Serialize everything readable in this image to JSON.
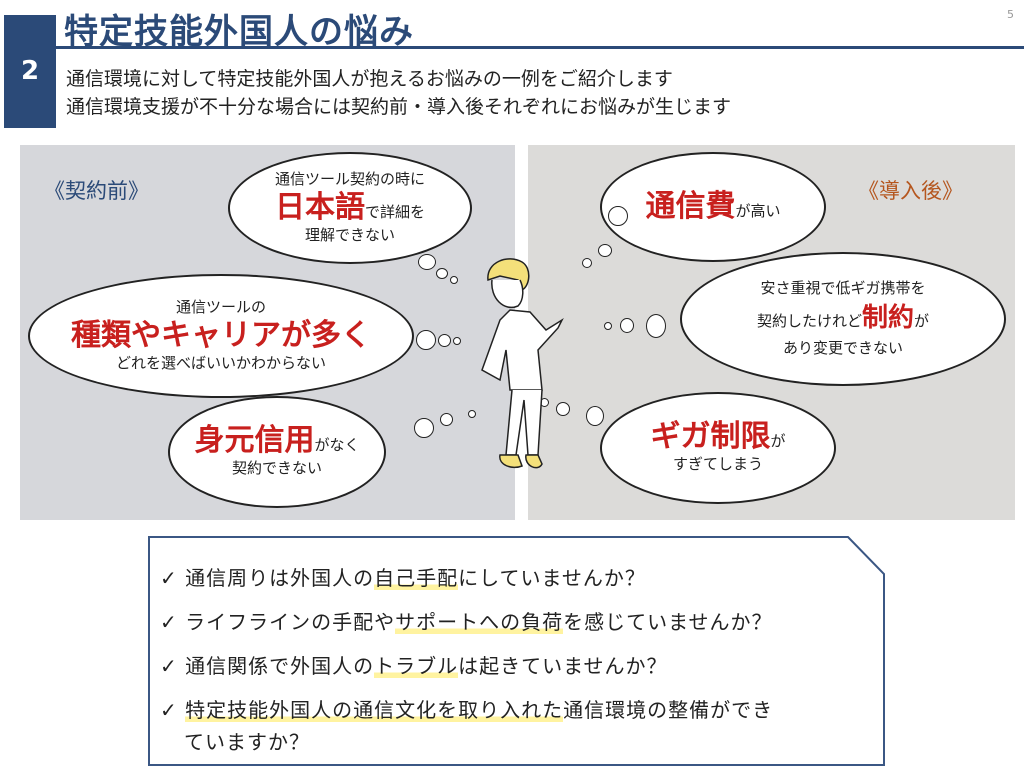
{
  "slide": {
    "number": "2",
    "title": "特定技能外国人の悩み",
    "page": "5",
    "subtitle": [
      "通信環境に対して特定技能外国人が抱えるお悩みの一例をご紹介します",
      "通信環境支援が不十分な場合には契約前・導入後それぞれにお悩みが生じます"
    ]
  },
  "before": {
    "header": "《契約前》",
    "c1": {
      "l1": "通信ツール契約の時に",
      "em": "日本語",
      "l2": "で詳細を",
      "l3": "理解できない"
    },
    "c2": {
      "l1": "通信ツールの",
      "em": "種類やキャリアが多く",
      "l3": "どれを選べばいいかわからない"
    },
    "c3": {
      "em": "身元信用",
      "l2": "がなく",
      "l3": "契約できない"
    }
  },
  "after": {
    "header": "《導入後》",
    "c4": {
      "em": "通信費",
      "l2": "が高い"
    },
    "c5": {
      "l1": "安さ重視で低ギガ携帯を",
      "l2": "契約したけれど",
      "em": "制約",
      "l3": "が",
      "l4": "あり変更できない"
    },
    "c6": {
      "em": "ギガ制限",
      "l2": "が",
      "l3": "すぎてしまう"
    }
  },
  "checklist": [
    {
      "pre": "✓ 通信周りは外国人の",
      "hl": "自己手配",
      "post": "にしていませんか？"
    },
    {
      "pre": "✓ ライフラインの手配や",
      "hl": "サポートへの負荷",
      "post": "を感じていませんか？"
    },
    {
      "pre": "✓ 通信関係で外国人の",
      "hl": "トラブル",
      "post": "は起きていませんか？"
    },
    {
      "pre": "✓ ",
      "hl": "特定技能外国人の通信文化を取り入れた",
      "post": "通信環境の整備ができ",
      "post2": "ていますか？"
    }
  ],
  "colors": {
    "navy": "#2b4a78",
    "red": "#c8201e",
    "brown": "#b5561e",
    "highlight": "#fff3a0"
  }
}
